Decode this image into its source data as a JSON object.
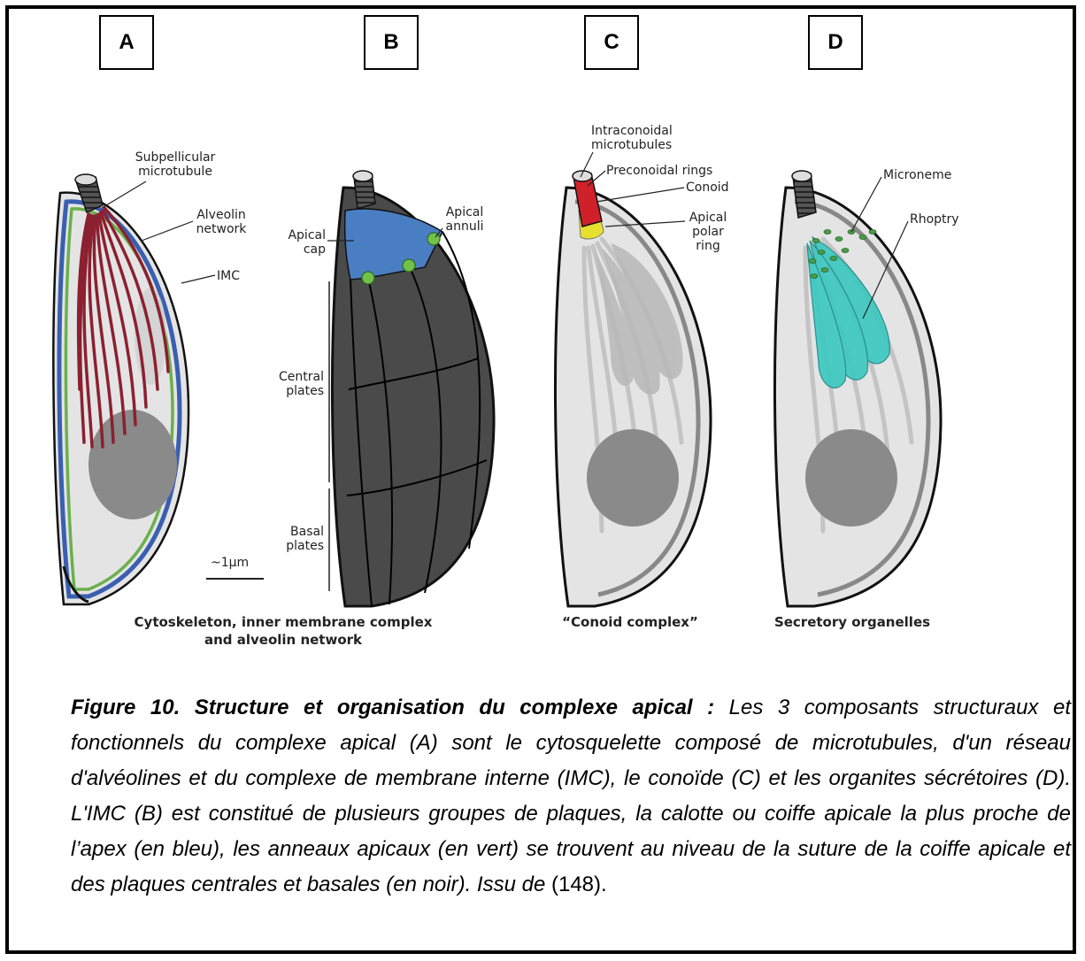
{
  "panels": [
    "A",
    "B",
    "C",
    "D"
  ],
  "panel_a": {
    "subpellicular": [
      "Subpellicular",
      "microtubule"
    ],
    "alveolin": [
      "Alveolin",
      "network"
    ],
    "imc": "IMC",
    "scale": "~1μm",
    "caption": [
      "Cytoskeleton, inner membrane complex",
      "and alveolin network"
    ]
  },
  "panel_b": {
    "apical_cap": [
      "Apical",
      "cap"
    ],
    "apical_annuli": [
      "Apical",
      "annuli"
    ],
    "central_plates": [
      "Central",
      "plates"
    ],
    "basal_plates": [
      "Basal",
      "plates"
    ]
  },
  "panel_c": {
    "intraconoidal": [
      "Intraconoidal",
      "microtubules"
    ],
    "preconoidal": "Preconoidal rings",
    "conoid": "Conoid",
    "apical_polar_ring": [
      "Apical",
      "polar",
      "ring"
    ],
    "caption": "“Conoid complex”"
  },
  "panel_d": {
    "microneme": "Microneme",
    "rhoptry": "Rhoptry",
    "caption": "Secretory organelles"
  },
  "figure_caption": {
    "title": "Figure 10. Structure et organisation du complexe apical :",
    "body": " Les 3 composants structuraux et fonctionnels du complexe apical (A) sont le cytosquelette composé de microtubules, d'un réseau d'alvéolines et du complexe de membrane interne (IMC), le conoïde (C) et les organites sécrétoires (D). L'IMC (B) est constitué de plusieurs groupes de plaques, la calotte ou coiffe apicale la plus proche de l’apex (en bleu), les anneaux apicaux (en vert) se trouvent au niveau de la suture de la coiffe apicale et des plaques centrales et basales (en noir). Issu de",
    "ref": " (148)."
  },
  "colors": {
    "microtubule_red": "#8b2030",
    "imc_blue": "#3a5fb0",
    "alveolin_green": "#6ab04c",
    "apical_cap_blue": "#4a7ec2",
    "annuli_green": "#72c24a",
    "plates_dark": "#4a4a4a",
    "conoid_red": "#d0202a",
    "polar_ring_yellow": "#e8e030",
    "rhoptry_teal": "#3ec8c0",
    "microneme_green": "#4a9a4a"
  }
}
